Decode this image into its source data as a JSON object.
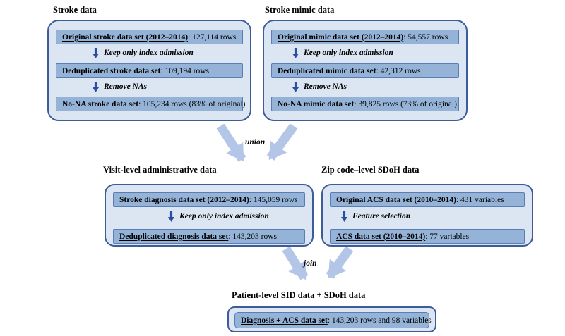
{
  "colors": {
    "panel_fill": "#dce6f2",
    "panel_border": "#3e5c99",
    "box_fill": "#95b3d7",
    "box_border": "#5b7db5",
    "down_arrow": "#2e4d9e",
    "diagonal_arrow": "#b3c6e7",
    "text": "#000000"
  },
  "panels": [
    {
      "id": "stroke",
      "title": "Stroke data",
      "rows": [
        {
          "type": "box",
          "label": "Original stroke data set (2012–2014)",
          "value": ": 127,114 rows"
        },
        {
          "type": "step",
          "label": "Keep only index admission"
        },
        {
          "type": "box",
          "label": "Deduplicated stroke data set",
          "value": " : 109,194 rows"
        },
        {
          "type": "step",
          "label": "Remove NAs"
        },
        {
          "type": "box",
          "label": "No-NA stroke data set",
          "value": ": 105,234 rows (83% of original)"
        }
      ]
    },
    {
      "id": "mimic",
      "title": "Stroke mimic data",
      "rows": [
        {
          "type": "box",
          "label": "Original mimic data set (2012–2014)",
          "value": ": 54,557 rows"
        },
        {
          "type": "step",
          "label": "Keep only index admission"
        },
        {
          "type": "box",
          "label": "Deduplicated mimic data set",
          "value": " : 42,312 rows"
        },
        {
          "type": "step",
          "label": "Remove NAs"
        },
        {
          "type": "box",
          "label": "No-NA mimic data set",
          "value": ": 39,825 rows (73% of original)"
        }
      ]
    },
    {
      "id": "visit",
      "title": "Visit-level administrative data",
      "rows": [
        {
          "type": "box",
          "label": "Stroke diagnosis data set (2012–2014)",
          "value": ": 145,059 rows"
        },
        {
          "type": "step",
          "label": "Keep only index admission"
        },
        {
          "type": "box",
          "label": "Deduplicated diagnosis data set",
          "value": ": 143,203 rows"
        }
      ]
    },
    {
      "id": "zip",
      "title": "Zip code–level SDoH data",
      "rows": [
        {
          "type": "box",
          "label": "Original ACS data set (2010–2014)",
          "value": ": 431 variables"
        },
        {
          "type": "step",
          "label": "Feature selection"
        },
        {
          "type": "box",
          "label": "ACS data set (2010–2014)",
          "value": ": 77 variables"
        }
      ]
    },
    {
      "id": "final",
      "title": "Patient-level SID data + SDoH data",
      "rows": [
        {
          "type": "box",
          "label": "Diagnosis + ACS data set",
          "value": ": 143,203 rows and 98 variables"
        }
      ]
    }
  ],
  "connectors": {
    "union": "union",
    "join": "join"
  }
}
